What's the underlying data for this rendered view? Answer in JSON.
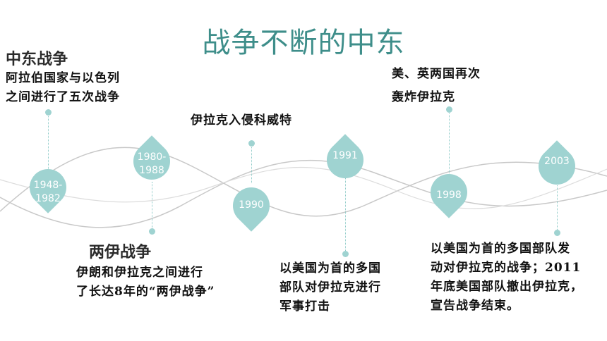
{
  "title": "战争不断的中东",
  "headings": {
    "middle_east_wars": "中东战争",
    "iran_iraq_war": "两伊战争"
  },
  "notes": {
    "arab_israel_l1": "阿拉伯国家与以色列",
    "arab_israel_l2": "之间进行了五次战争",
    "iraq_kuwait": "伊拉克入侵科威特",
    "us_uk_l1": "美、英两国再次",
    "us_uk_l2": "轰炸伊拉克",
    "iran_iraq_l1": "伊朗和伊拉克之间进行",
    "iran_iraq_l2": "了长达8年的“两伊战争”",
    "gulf_war_l1": "以美国为首的多国",
    "gulf_war_l2": "部队对伊拉克进行",
    "gulf_war_l3": "军事打击",
    "iraq_war_l1": "以美国为首的多国部队发",
    "iraq_war_l2": "动对伊拉克的战争；2011",
    "iraq_war_l3": "年底美国部队撤出伊拉克，",
    "iraq_war_l4": "宣告战争结束。"
  },
  "timeline": {
    "p1948_l1": "1948-",
    "p1948_l2": "1982",
    "p1980_l1": "1980-",
    "p1980_l2": "1988",
    "p1990": "1990",
    "p1991": "1991",
    "p1998": "1998",
    "p2003": "2003"
  },
  "colors": {
    "accent": "#9fd3d1",
    "title": "#3e8e8a",
    "wave": "#c8c8c8"
  }
}
